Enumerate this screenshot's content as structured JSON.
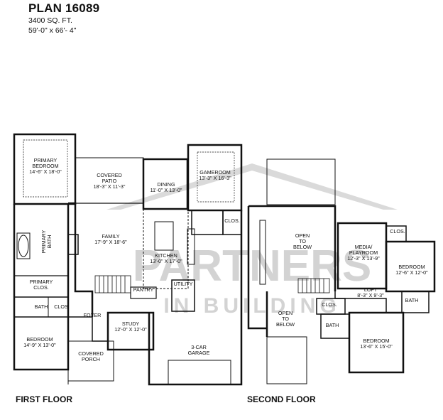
{
  "header": {
    "title": "PLAN 16089",
    "area": "3400 SQ. FT.",
    "dimensions": "59'-0\" x 66'- 4\""
  },
  "watermark": {
    "main": "PARTNERS",
    "sub": "IN BUILDING"
  },
  "floors": {
    "first": "FIRST FLOOR",
    "second": "SECOND FLOOR"
  },
  "rooms": {
    "primary_bedroom": {
      "name": "PRIMARY\nBEDROOM",
      "size": "14'-6\" X 18'-0\""
    },
    "covered_patio": {
      "name": "COVERED\nPATIO",
      "size": "18'-3\" X 11'-3\""
    },
    "dining": {
      "name": "DINING",
      "size": "11'-0\" X 13'-0\""
    },
    "gameroom": {
      "name": "GAMEROOM",
      "size": "13'-3\" X 16'-3\""
    },
    "clos_first": {
      "name": "CLOS."
    },
    "primary_bath": {
      "name": "PRIMARY\nBATH"
    },
    "family": {
      "name": "FAMILY",
      "size": "17'-9\" X 18'-6\""
    },
    "kitchen": {
      "name": "KITCHEN",
      "size": "13'-0\" X 17'-0\""
    },
    "primary_clos": {
      "name": "PRIMARY\nCLOS."
    },
    "pantry": {
      "name": "PANTRY"
    },
    "utility": {
      "name": "UTILITY"
    },
    "bath_first": {
      "name": "BATH"
    },
    "clos_first_2": {
      "name": "CLOS"
    },
    "foyer": {
      "name": "FOYER"
    },
    "study": {
      "name": "STUDY",
      "size": "12'-0\" X 12'-0\""
    },
    "bedroom_first": {
      "name": "BEDROOM",
      "size": "14'-9\" X 13'-0\""
    },
    "covered_porch": {
      "name": "COVERED\nPORCH"
    },
    "garage": {
      "name": "3-CAR\nGARAGE"
    },
    "open_to_below_1": {
      "name": "OPEN\nTO\nBELOW"
    },
    "open_to_below_2": {
      "name": "OPEN\nTO\nBELOW"
    },
    "media": {
      "name": "MEDIA/\nPLAYROOM",
      "size": "12'-3\" X 13'-9\""
    },
    "clos_second_1": {
      "name": "CLOS."
    },
    "bedroom_second_1": {
      "name": "BEDROOM",
      "size": "12'-6\" X 12'-0\""
    },
    "loft": {
      "name": "LOFT",
      "size": "8'-3\" X 9'-3\""
    },
    "clos_second_2": {
      "name": "CLOS."
    },
    "bath_second_1": {
      "name": "BATH"
    },
    "bath_second_2": {
      "name": "BATH"
    },
    "bedroom_second_2": {
      "name": "BEDROOM",
      "size": "13'-6\" X 15'-0\""
    }
  }
}
